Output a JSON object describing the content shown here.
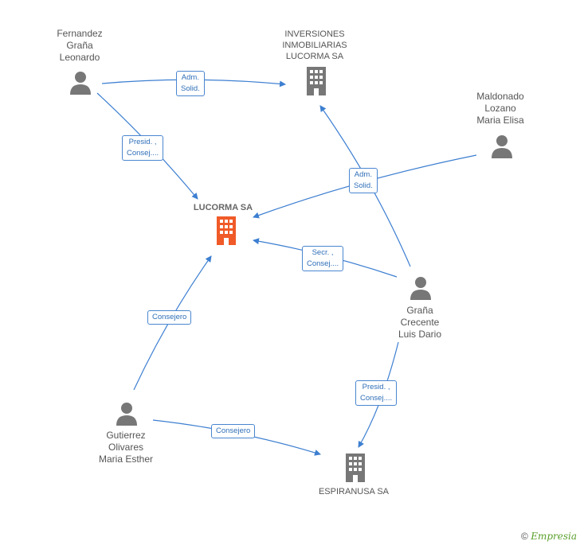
{
  "nodes": {
    "fernandez": "Fernandez\nGraña\nLeonardo",
    "inversiones": "INVERSIONES\nINMOBILIARIAS\nLUCORMA SA",
    "maldonado": "Maldonado\nLozano\nMaria Elisa",
    "lucorma": "LUCORMA SA",
    "grana": "Graña\nCrecente\nLuis Dario",
    "gutierrez": "Gutierrez\nOlivares\nMaria Esther",
    "espiranusa": "ESPIRANUSA SA"
  },
  "edges": {
    "e1": "Adm.\nSolid.",
    "e2": "Presid. ,\nConsej....",
    "e3": "Adm.\nSolid.",
    "e4": "Secr. ,\nConsej....",
    "e5": "Consejero",
    "e6": "Presid. ,\nConsej....",
    "e7": "Consejero"
  },
  "footer": {
    "copyright": "©",
    "brand": "Empresia"
  },
  "colors": {
    "edge": "#3d7fd1",
    "person": "#777777",
    "company": "#777777",
    "main_company": "#f05a28"
  }
}
